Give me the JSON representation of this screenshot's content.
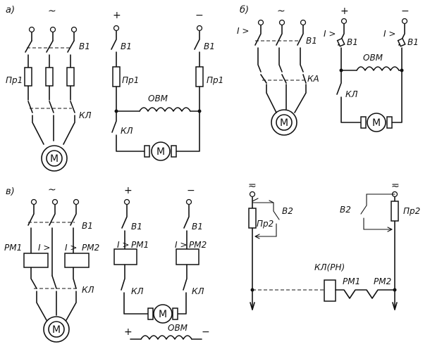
{
  "panels": [
    {
      "id": "a",
      "label": "а)"
    },
    {
      "id": "b",
      "label": "б)"
    },
    {
      "id": "c",
      "label": "в)"
    }
  ],
  "symbols": {
    "ac": "~",
    "plus": "+",
    "minus": "−",
    "dc_ac": "≂",
    "overcurrent": "I >"
  },
  "labels": {
    "switch": "В1",
    "switch2": "В2",
    "fuse": "Пр1",
    "fuse2": "Пр2",
    "contactor": "КЛ",
    "field_winding": "ОВМ",
    "motor": "М",
    "relay1": "РМ1",
    "relay2": "РМ2",
    "breaker_contact": "КА",
    "coil_label": "КЛ(РН)"
  }
}
